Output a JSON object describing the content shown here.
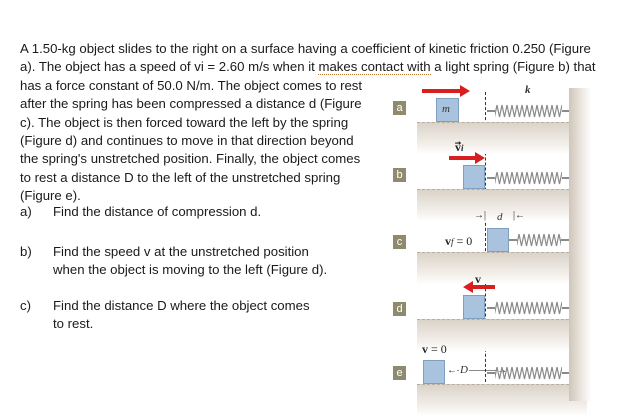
{
  "problem": {
    "lines": [
      "A 1.50-kg object slides to the right on a surface having a coefficient of kinetic friction 0.250 (Figure",
      "a). The object has a speed of vi = 2.60 m/s when it ",
      "makes contact with",
      " a light spring (Figure b) that",
      "has a force constant of 50.0 N/m. The object comes to rest",
      "after the spring has been compressed a distance d (Figure",
      "c). The object is then forced toward the left by the spring",
      "(Figure d) and continues to move in that direction beyond",
      "the spring's unstretched position. Finally, the object comes",
      "to rest a distance D to the left of the unstretched spring",
      "(Figure e)."
    ]
  },
  "questions": [
    {
      "label": "a)",
      "lines": [
        "Find the distance of compression d."
      ]
    },
    {
      "label": "b)",
      "lines": [
        "Find the speed v at the unstretched position",
        "when the object is moving to the left (Figure d)."
      ]
    },
    {
      "label": "c)",
      "lines": [
        "Find the distance D where the object comes",
        "to rest."
      ]
    }
  ],
  "figure": {
    "panels": [
      {
        "badge": "a",
        "block_label": "m",
        "spring_label": "k"
      },
      {
        "badge": "b",
        "velocity_label": "v",
        "velocity_sub": "i"
      },
      {
        "badge": "c",
        "velocity_label": "v",
        "velocity_sub": "f",
        "velocity_value": "= 0",
        "distance_label": "d"
      },
      {
        "badge": "d",
        "velocity_label": "v"
      },
      {
        "badge": "e",
        "velocity_label": "v",
        "velocity_value": "= 0",
        "distance_label": "D"
      }
    ],
    "colors": {
      "arrow": "#d81e1e",
      "block": "#a9c2dd",
      "badge": "#8f8a6d",
      "spring": "#8a8a8a"
    }
  }
}
